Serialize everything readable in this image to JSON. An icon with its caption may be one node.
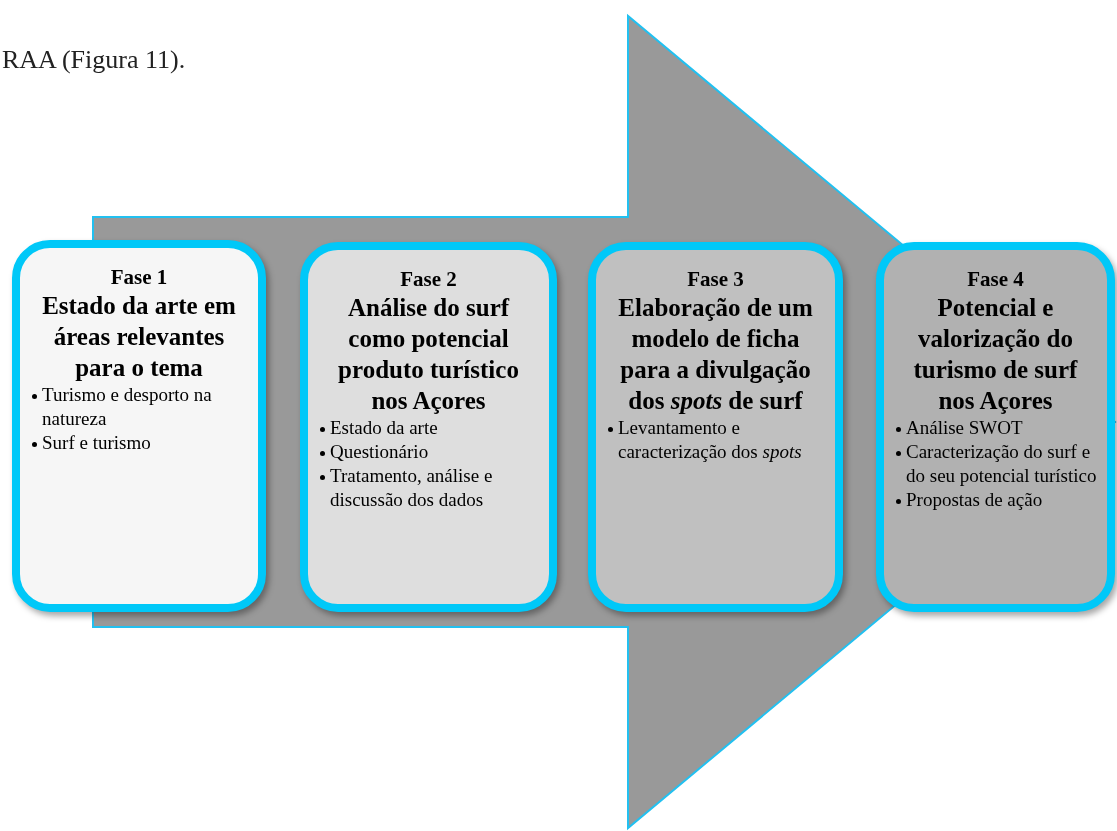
{
  "diagram": {
    "nodes": [
      {
        "text": [
          "Fase 1",
          "Estado da arte em áreas relevantes para o tema",
          "Turismo e desporto na natureza",
          "Surf e turismo"
        ]
      },
      {
        "text": [
          "Fase 2",
          "Análise do surf como potencial produto turístico nos Açores",
          "Estado da arte",
          "Questionário",
          "Tratamento, análise e discussão dos dados"
        ]
      },
      {
        "text": [
          "Fase 3",
          "Elaboração de um modelo de ficha para a divulgação dos *spots* de surf",
          "Levantamento e caracterização dos *spots*"
        ]
      },
      {
        "text": [
          "Fase 4",
          "Potencial e valorização do turismo de surf nos Açores",
          "Análise SWOT",
          "Caracterização do surf  e do seu potencial turístico",
          "Propostas de ação"
        ]
      }
    ],
    "edges": [
      {
        "from": 0,
        "to": 3,
        "arrow": "to",
        "style": "thick"
      }
    ],
    "labels": [
      "RAA (Figura 11)."
    ]
  }
}
